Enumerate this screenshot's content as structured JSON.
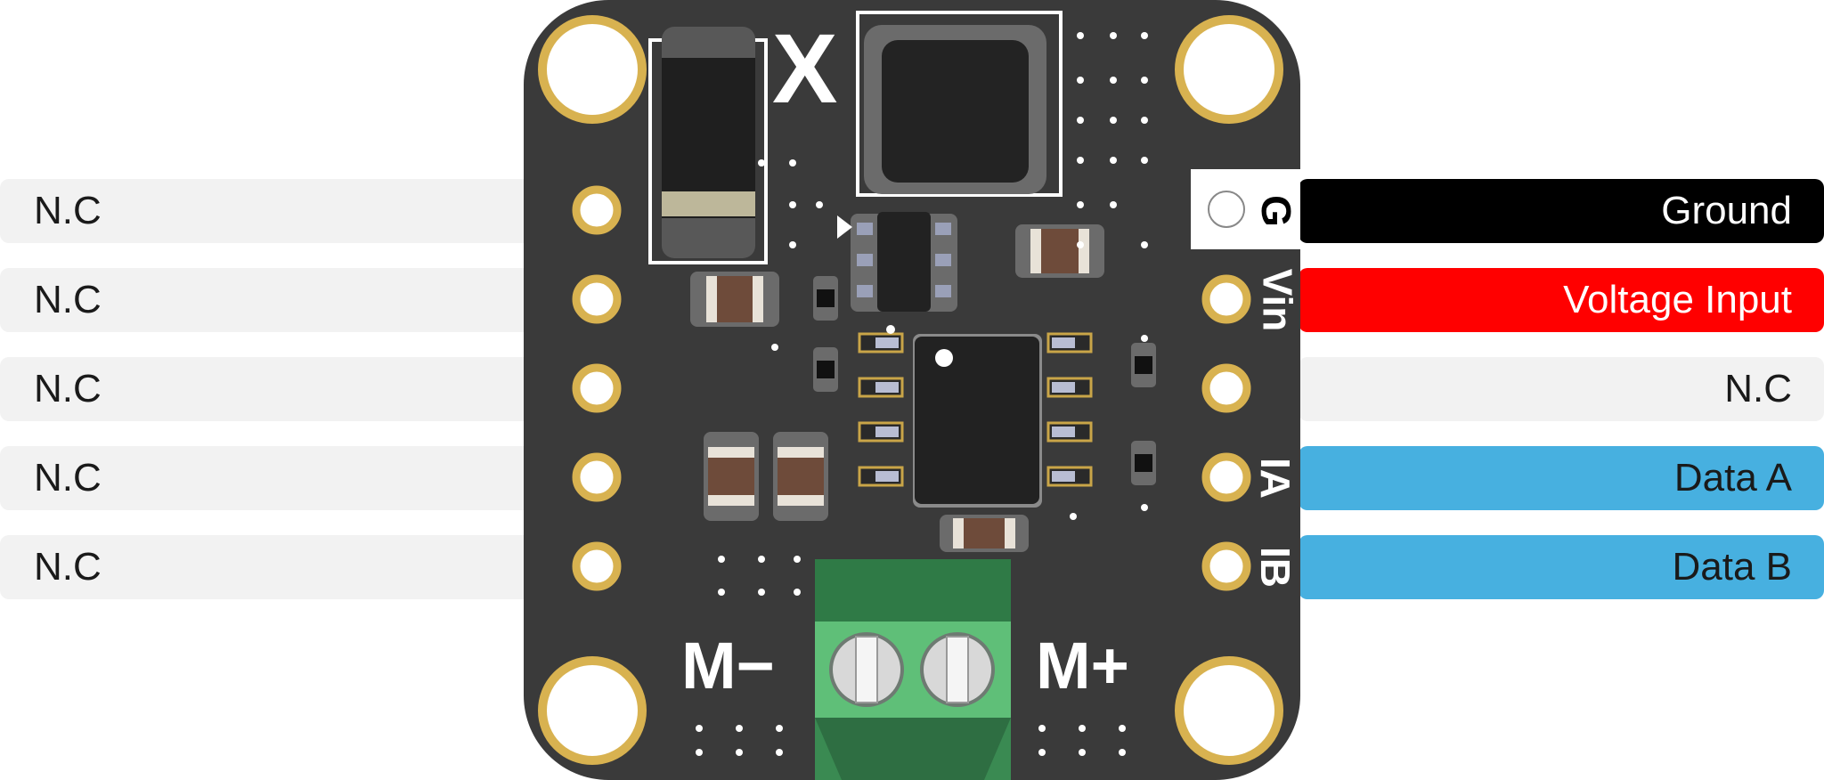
{
  "left_pins": [
    "N.C",
    "N.C",
    "N.C",
    "N.C",
    "N.C"
  ],
  "right_pins": [
    {
      "pin": "G",
      "label": "Ground",
      "bg": "#000000",
      "fg": "#ffffff"
    },
    {
      "pin": "Vin",
      "label": "Voltage Input",
      "bg": "#ff0000",
      "fg": "#ffffff"
    },
    {
      "pin": "",
      "label": "N.C",
      "bg": "#f2f2f2",
      "fg": "#1a1a1a"
    },
    {
      "pin": "IA",
      "label": "Data A",
      "bg": "#47b0e0",
      "fg": "#1a1a1a"
    },
    {
      "pin": "IB",
      "label": "Data B",
      "bg": "#47b0e0",
      "fg": "#1a1a1a"
    }
  ],
  "motor_labels": {
    "minus": "M−",
    "plus": "M+"
  },
  "colors": {
    "board": "#3a3a3a",
    "pad_gold": "#d8b250",
    "terminal_green": "#3f9e5a"
  }
}
